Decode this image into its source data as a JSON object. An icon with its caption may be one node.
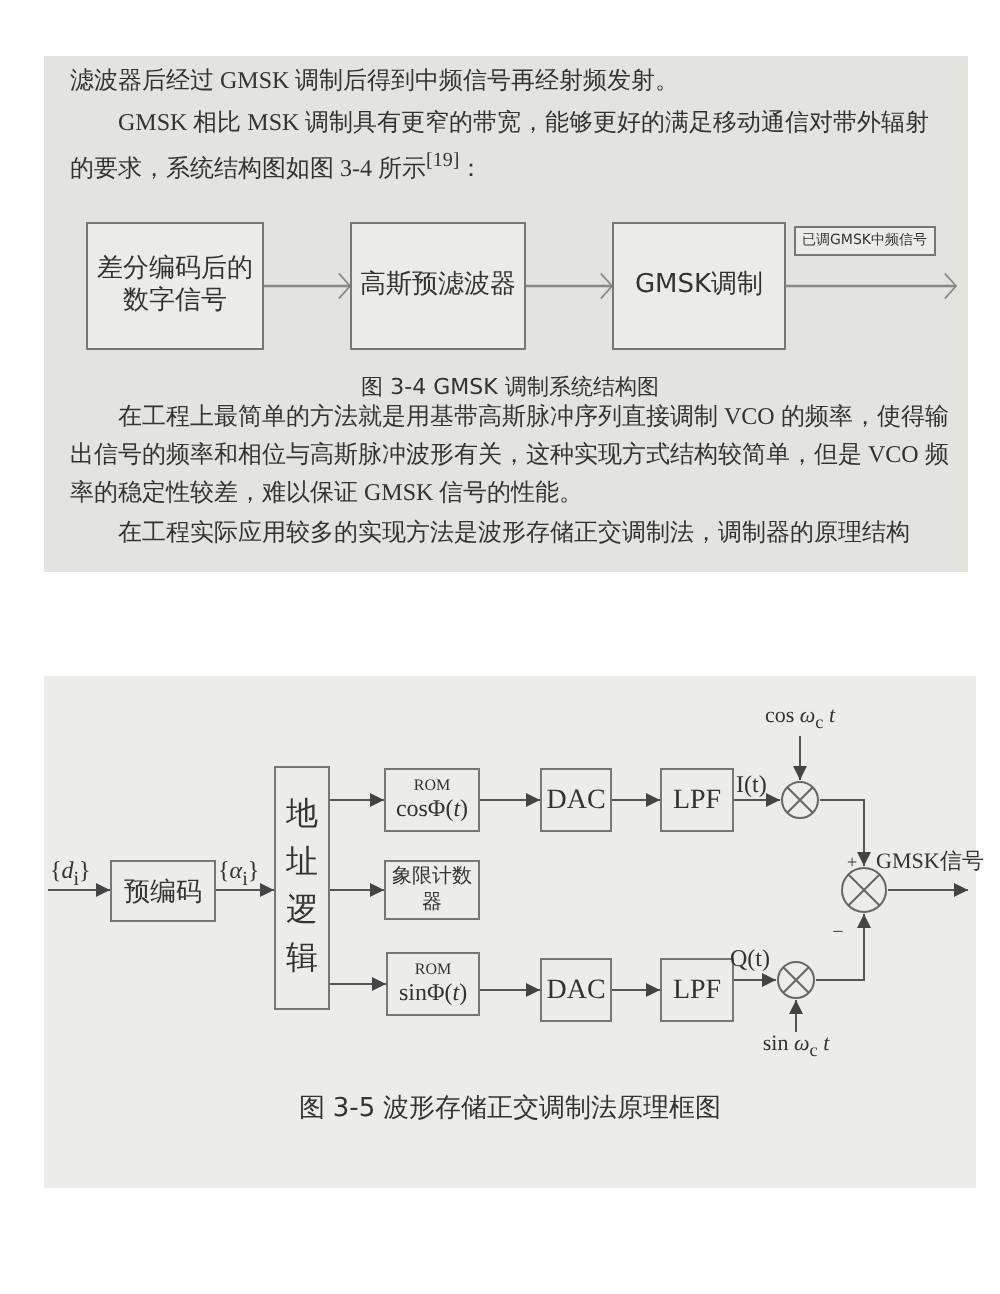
{
  "diagram": {
    "nodes": [
      {
        "text": [
          "差分编码后的数字信号"
        ]
      },
      {
        "text": [
          "高斯预滤波器"
        ]
      },
      {
        "text": [
          "GMSK调制"
        ]
      },
      {
        "text": [
          "预编码"
        ]
      },
      {
        "text": [
          "地址逻辑"
        ]
      },
      {
        "text": [
          "ROM",
          "cosΦ(*t*)"
        ]
      },
      {
        "text": [
          "象限计数器"
        ]
      },
      {
        "text": [
          "ROM",
          "sinΦ(*t*)"
        ]
      },
      {
        "text": [
          "DAC"
        ]
      },
      {
        "text": [
          "LPF"
        ]
      },
      {
        "text": [
          "DAC"
        ]
      },
      {
        "text": [
          "LPF"
        ]
      },
      {
        "text": [],
        "shape": "circle"
      },
      {
        "text": [],
        "shape": "circle"
      },
      {
        "text": [],
        "shape": "circle"
      },
      {
        "text": [
          "cos *ω*$_{c}$ *t*"
        ]
      },
      {
        "text": [
          "sin *ω*$_{c}$ *t*"
        ]
      }
    ],
    "edges": [
      {
        "from": 0,
        "to": 1,
        "arrow": "to"
      },
      {
        "from": 1,
        "to": 2,
        "arrow": "to"
      },
      {
        "from": 2,
        "to": null,
        "arrow": "to",
        "label": "已调GMSK中频信号"
      },
      {
        "from": null,
        "to": 3,
        "arrow": "to",
        "label": "{*d*$_{i}$}"
      },
      {
        "from": 3,
        "to": 4,
        "arrow": "to",
        "label": "{*α*$_{i}$}"
      },
      {
        "from": 4,
        "to": 5,
        "arrow": "to"
      },
      {
        "from": 4,
        "to": 6,
        "arrow": "to"
      },
      {
        "from": 4,
        "to": 7,
        "arrow": "to"
      },
      {
        "from": 5,
        "to": 8,
        "arrow": "to"
      },
      {
        "from": 8,
        "to": 9,
        "arrow": "to"
      },
      {
        "from": 9,
        "to": 12,
        "arrow": "to",
        "label": "I(t)"
      },
      {
        "from": 7,
        "to": 10,
        "arrow": "to"
      },
      {
        "from": 10,
        "to": 11,
        "arrow": "to"
      },
      {
        "from": 11,
        "to": 13,
        "arrow": "to",
        "label": "Q(t)"
      },
      {
        "from": 15,
        "to": 12,
        "arrow": "to"
      },
      {
        "from": 16,
        "to": 13,
        "arrow": "to"
      },
      {
        "from": 12,
        "to": 14,
        "arrow": "to"
      },
      {
        "from": 13,
        "to": 14,
        "arrow": "to"
      },
      {
        "from": 14,
        "to": null,
        "arrow": "to",
        "label": "GMSK信号"
      }
    ],
    "labels": [
      "滤波器后经过 GMSK 调制后得到中频信号再经射频发射。",
      "GMSK 相比 MSK 调制具有更窄的带宽，能够更好的满足移动通信对带外辐射的要求，系统结构图如图 3-4 所示$^{[19]}$：",
      "图 3-4 GMSK 调制系统结构图",
      "在工程上最简单的方法就是用基带高斯脉冲序列直接调制 VCO 的频率，使得输出信号的频率和相位与高斯脉冲波形有关，这种实现方式结构较简单，但是 VCO 频率的稳定性较差，难以保证 GMSK 信号的性能。",
      "在工程实际应用较多的实现方法是波形存储正交调制法，调制器的原理结构",
      "+",
      "−",
      "图 3-5 波形存储正交调制法原理框图"
    ]
  }
}
